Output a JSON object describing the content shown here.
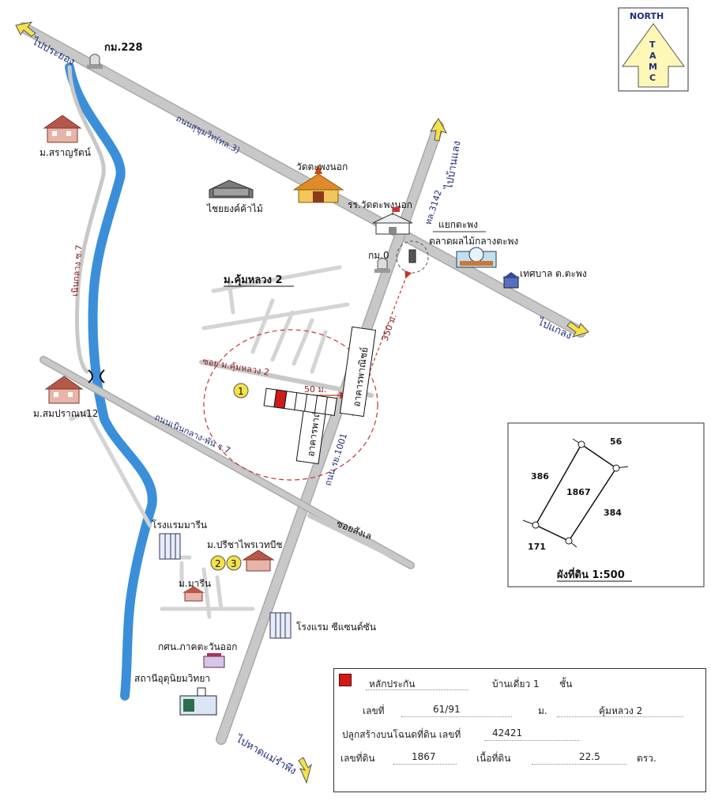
{
  "compass": {
    "line1": "NORTH",
    "letters": [
      "T",
      "A",
      "M",
      "C"
    ]
  },
  "directions": {
    "to_rayong": "ไปประยอง",
    "to_ban_chang": "ไปบ้านแลง",
    "to_klaeng": "ไปแกลง",
    "to_mae_ramphueng": "ไปหาดแม่รำพึง"
  },
  "roads": {
    "sukhumvit": "ถนนสุขุมวิท(ทล.3)",
    "route_3142": "ทล.3142",
    "noen_klang_7": "เนินกลาง ซ.7",
    "noen_klang_phan": "ถนนเนินกลาง-พัน ร.7",
    "ry_1001": "ถนน รย.1001",
    "soi_khum_luang": "ซอย ม.คุ้มหลวง 2",
    "soi_sangle": "ซอยสังเล"
  },
  "places": {
    "km228": "กม.228",
    "saranrat": "ม.สราญรัตน์",
    "chaiyong": "ไชยยงค์ค้าไม้",
    "wat_taphong": "วัดตะพงนอก",
    "school": "รร.วัดตะพงนอก",
    "km0": "กม.0",
    "yaek_taphong": "แยกตะพง",
    "fruit_market": "ตลาดผลไม้กลางตะพง",
    "municipality": "เทศบาล ต.ตะพง",
    "khum_luang": "ม.คุ้มหลวง 2",
    "commercial_1": "อาคารพาณิชย์",
    "commercial_2": "อาคารพาณิชย์",
    "sompraan": "ม.สมปราณน12",
    "marin_hotel": "โรงแรมมารีน",
    "preecha": "ม.ปรีชาไพรเวทบีช",
    "marin": "ม.มารีน",
    "seasand": "โรงแรม ซีแซนด์ซัน",
    "kasn": "กศน.ภาคตะวันออก",
    "station": "สถานีอุตุนิยมวิทยา"
  },
  "distances": {
    "d350": "350 ม.",
    "d50": "50 ม."
  },
  "markers": [
    "1",
    "2",
    "3"
  ],
  "plot": {
    "corners": [
      "56",
      "386",
      "1867",
      "384",
      "171"
    ],
    "title": "ผังที่ดิน 1:500"
  },
  "info_box": {
    "collateral_label": "หลักประกัน",
    "building_type": "บ้านเดี่ยว 1",
    "floor_unit": "ชั้น",
    "number_label": "เลขที่",
    "number_value": "61/91",
    "village_label": "ม.",
    "village_value": "คุ้มหลวง 2",
    "deed_label": "ปลูกสร้างบนโฉนดที่ดิน เลขที่",
    "deed_value": "42421",
    "land_no_label": "เลขที่ดิน",
    "land_no_value": "1867",
    "area_label": "เนื้อที่ดิน",
    "area_value": "22.5",
    "area_unit": "ตรว."
  },
  "colors": {
    "river": "#3a8fd8",
    "road": "#c8c8c8",
    "road_edge": "#aaaaaa",
    "road_label": "#1f2f7a",
    "accent_red": "#d01a1a",
    "radius_dash": "#c0392b",
    "marker_yellow": "#f3e24a",
    "compass_arrow": "#fff7b8"
  }
}
